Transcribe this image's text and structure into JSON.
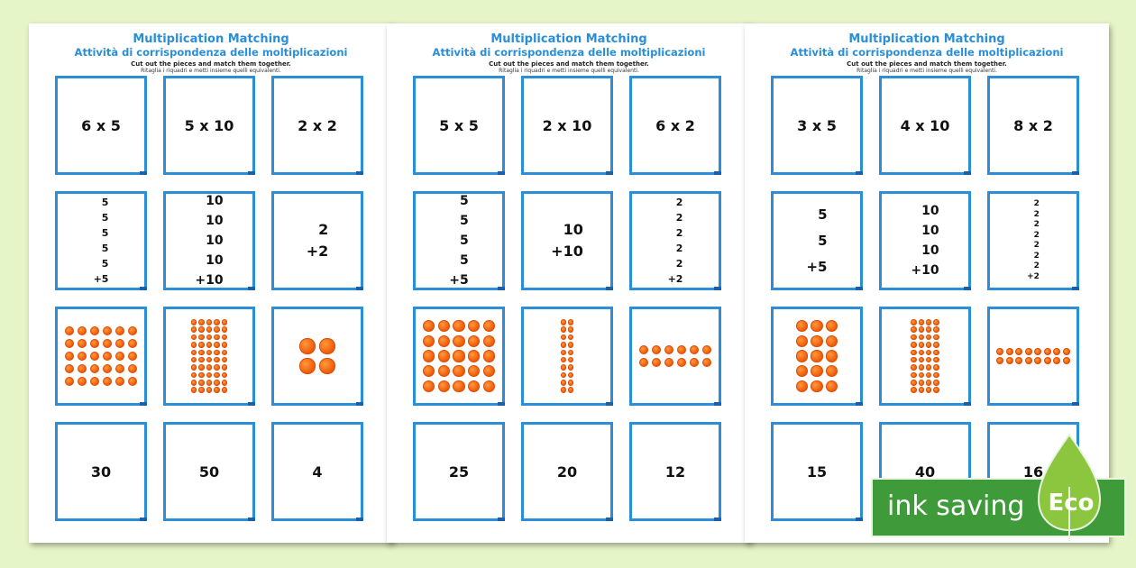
{
  "header": {
    "title": "Multiplication Matching",
    "subtitle": "Attività di corrispondenza delle moltiplicazioni",
    "instructions_en": "Cut out the pieces and match them together.",
    "instructions_it": "Ritaglia i riquadri e metti insieme quelli equivalenti."
  },
  "pages": [
    {
      "expressions": [
        "6 x 5",
        "5 x 10",
        "2 x 2"
      ],
      "additions": [
        [
          "5",
          "5",
          "5",
          "5",
          "5",
          "+5"
        ],
        [
          "10",
          "10",
          "10",
          "10",
          "+10"
        ],
        [
          "2",
          "+2"
        ]
      ],
      "arrays": [
        {
          "rows": 5,
          "cols": 6
        },
        {
          "rows": 10,
          "cols": 5
        },
        {
          "rows": 2,
          "cols": 2
        }
      ],
      "answers": [
        "30",
        "50",
        "4"
      ]
    },
    {
      "expressions": [
        "5 x 5",
        "2 x 10",
        "6 x 2"
      ],
      "additions": [
        [
          "5",
          "5",
          "5",
          "5",
          "+5"
        ],
        [
          "10",
          "+10"
        ],
        [
          "2",
          "2",
          "2",
          "2",
          "2",
          "+2"
        ]
      ],
      "arrays": [
        {
          "rows": 5,
          "cols": 5
        },
        {
          "rows": 10,
          "cols": 2
        },
        {
          "rows": 2,
          "cols": 6
        }
      ],
      "answers": [
        "25",
        "20",
        "12"
      ]
    },
    {
      "expressions": [
        "3 x 5",
        "4 x 10",
        "8 x 2"
      ],
      "additions": [
        [
          "5",
          "5",
          "+5"
        ],
        [
          "10",
          "10",
          "10",
          "+10"
        ],
        [
          "2",
          "2",
          "2",
          "2",
          "2",
          "2",
          "2",
          "+2"
        ]
      ],
      "arrays": [
        {
          "rows": 5,
          "cols": 3
        },
        {
          "rows": 10,
          "cols": 4
        },
        {
          "rows": 2,
          "cols": 8
        }
      ],
      "answers": [
        "15",
        "40",
        "16"
      ]
    }
  ],
  "badge": {
    "text": "ink saving",
    "label": "Eco"
  },
  "colors": {
    "background": "#e6f5c8",
    "border": "#2a8fd8",
    "title": "#2a8fd8",
    "dot": "#f05a0a",
    "badge": "#3f9a3a"
  }
}
